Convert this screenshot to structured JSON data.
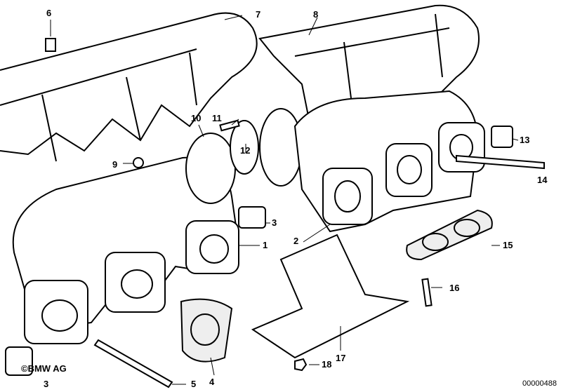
{
  "callouts": [
    "1",
    "2",
    "3",
    "3",
    "4",
    "5",
    "6",
    "7",
    "8",
    "9",
    "10",
    "11",
    "12",
    "13",
    "14",
    "15",
    "16",
    "17",
    "18"
  ],
  "copyright": "©BMW AG",
  "document_id": "00000488"
}
